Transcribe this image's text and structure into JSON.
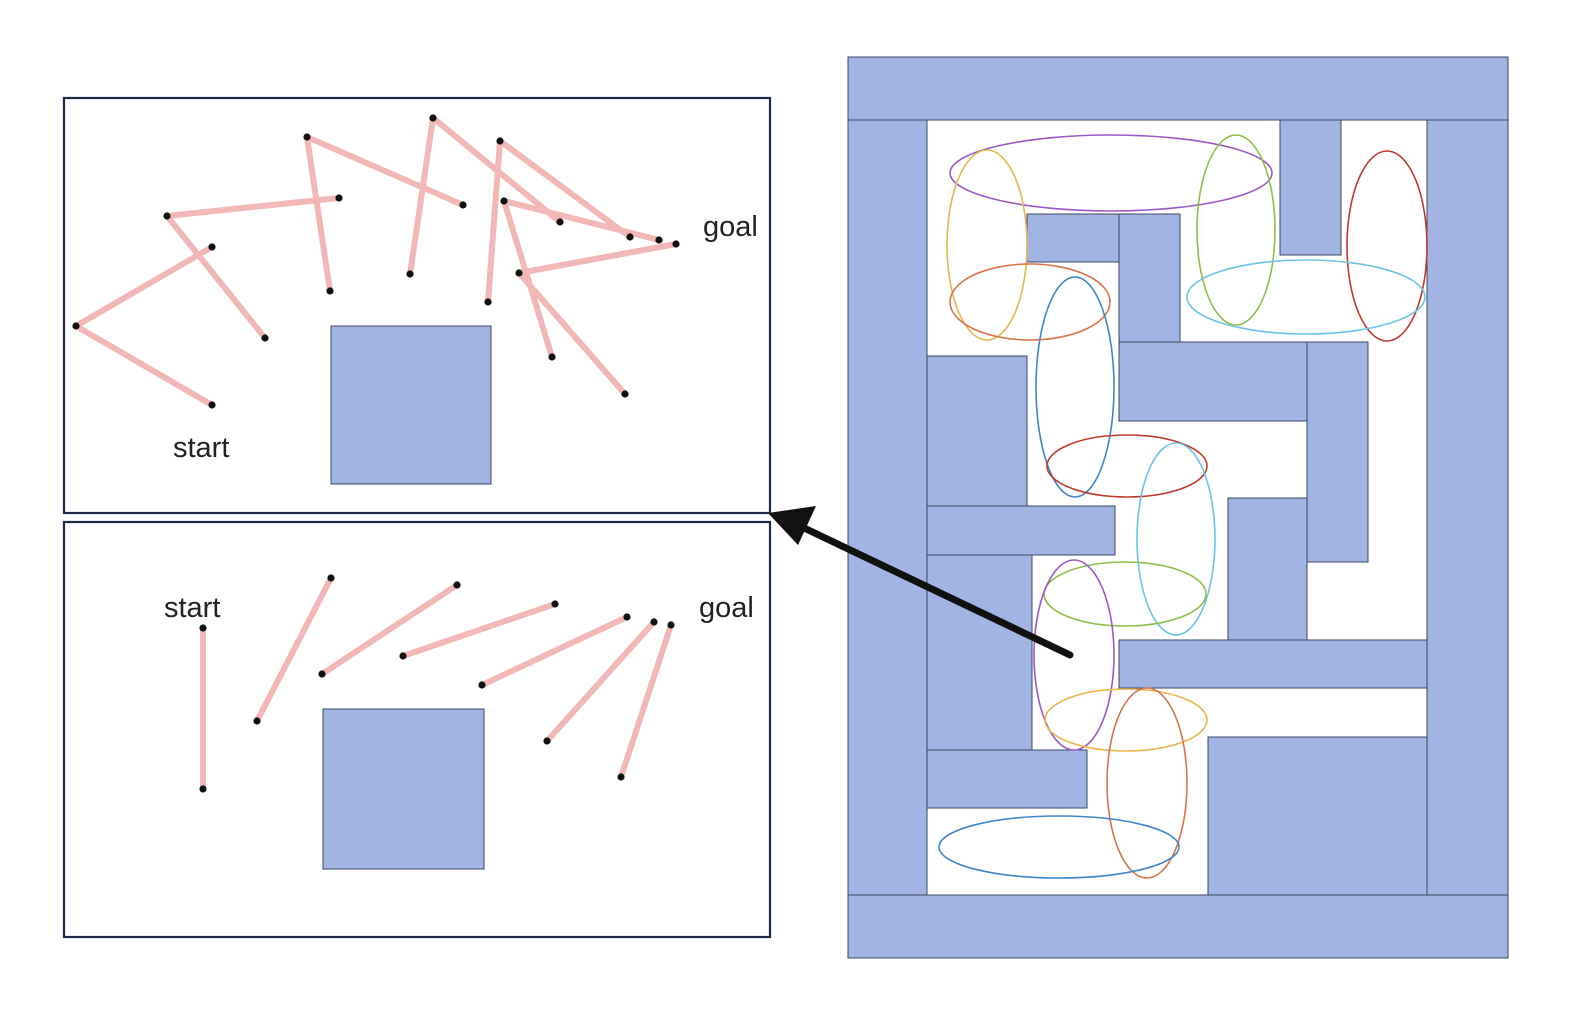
{
  "colors": {
    "obstacle": "#a2b4e4",
    "panel_border": "#1f2a4a",
    "edge": "#f2b8b8",
    "node": "#111111",
    "arrow": "#111111"
  },
  "panels": [
    {
      "start_label": "start",
      "goal_label": "goal"
    },
    {
      "start_label": "start",
      "goal_label": "goal"
    }
  ],
  "maze": {
    "ellipse_colors": [
      "#9b59c6",
      "#e8b54a",
      "#d9734a",
      "#3f86c8",
      "#8fbf4a",
      "#c0392b",
      "#6cc3e8",
      "#9b59c6",
      "#8fbf4a",
      "#6cc3e8",
      "#c0392b",
      "#e8b54a",
      "#d9734a",
      "#3f86c8"
    ]
  }
}
